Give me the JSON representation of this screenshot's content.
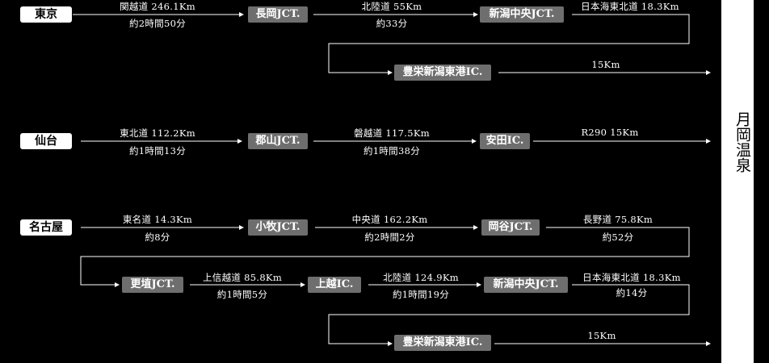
{
  "destination": {
    "label": "月岡温泉"
  },
  "routes": [
    {
      "origin": "東京",
      "segments": [
        {
          "road": "関越道 246.1Km",
          "time": "約2時間50分"
        },
        {
          "road": "北陸道 55Km",
          "time": "約33分"
        },
        {
          "road": "日本海東北道 18.3Km",
          "time": ""
        },
        {
          "road": "15Km",
          "time": ""
        }
      ],
      "nodes": [
        "長岡JCT.",
        "新潟中央JCT.",
        "豊栄新潟東港IC."
      ]
    },
    {
      "origin": "仙台",
      "segments": [
        {
          "road": "東北道 112.2Km",
          "time": "約1時間13分"
        },
        {
          "road": "磐越道 117.5Km",
          "time": "約1時間38分"
        },
        {
          "road": "R290 15Km",
          "time": ""
        }
      ],
      "nodes": [
        "郡山JCT.",
        "安田IC."
      ]
    },
    {
      "origin": "名古屋",
      "segments": [
        {
          "road": "東名道 14.3Km",
          "time": "約8分"
        },
        {
          "road": "中央道 162.2Km",
          "time": "約2時間2分"
        },
        {
          "road": "長野道 75.8Km",
          "time": "約52分"
        },
        {
          "road": "上信越道 85.8Km",
          "time": "約1時間5分"
        },
        {
          "road": "北陸道 124.9Km",
          "time": "約1時間19分"
        },
        {
          "road": "日本海東北道 18.3Km",
          "time": "約14分"
        },
        {
          "road": "15Km",
          "time": ""
        }
      ],
      "nodes": [
        "小牧JCT.",
        "岡谷JCT.",
        "更埴JCT.",
        "上越IC.",
        "新潟中央JCT.",
        "豊栄新潟東港IC."
      ]
    }
  ]
}
